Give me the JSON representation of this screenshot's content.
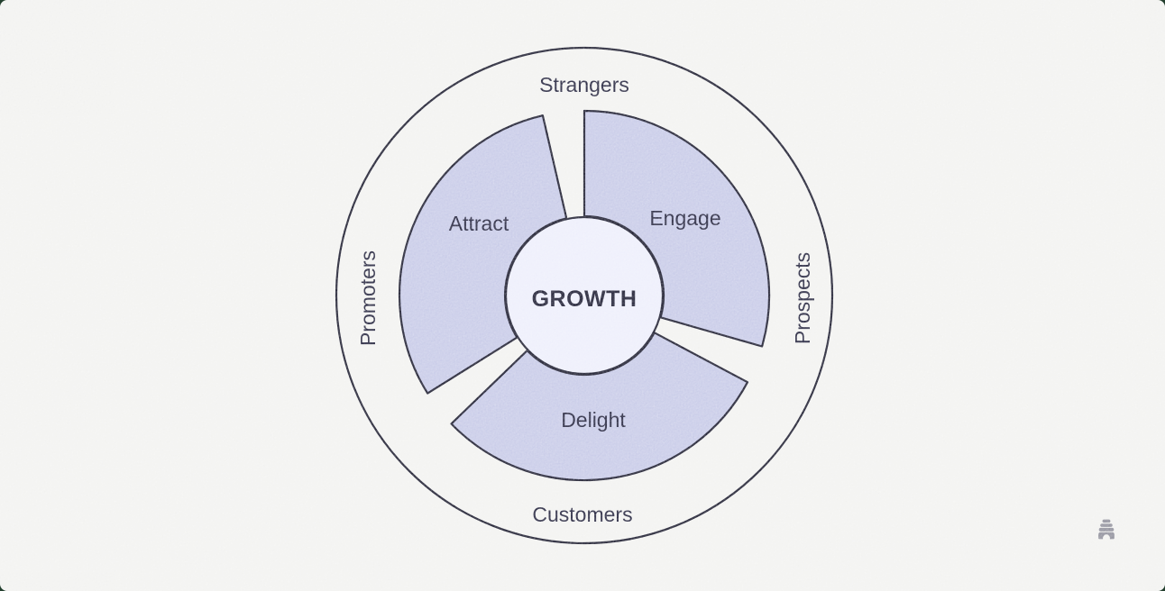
{
  "flywheel": {
    "center_label": "GROWTH",
    "segments": [
      {
        "id": "attract",
        "label": "Attract"
      },
      {
        "id": "engage",
        "label": "Engage"
      },
      {
        "id": "delight",
        "label": "Delight"
      }
    ],
    "ring_labels": [
      {
        "position": "top",
        "label": "Strangers"
      },
      {
        "position": "right",
        "label": "Prospects"
      },
      {
        "position": "bottom",
        "label": "Customers"
      },
      {
        "position": "left",
        "label": "Promoters"
      }
    ]
  },
  "branding": {
    "logo_icon": "beehive-icon",
    "logo_color": "#8d8d99"
  },
  "colors": {
    "background": "#f2f2f0",
    "segment_fill": "#c6c9e7",
    "center_fill": "#edeefb",
    "outline": "#17172a",
    "text": "#1e1e38"
  }
}
